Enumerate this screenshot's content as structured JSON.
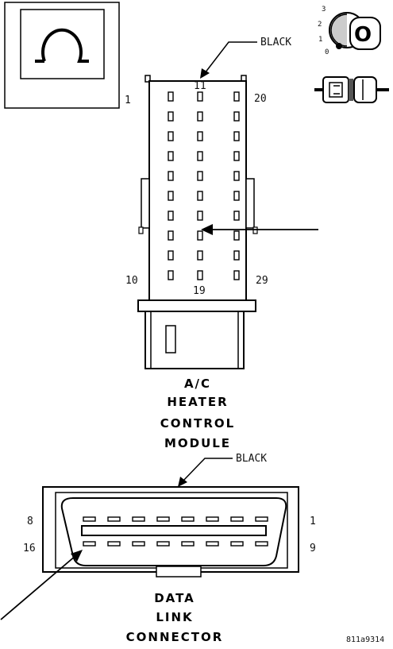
{
  "ohmmeter": {
    "symbol": "Ω"
  },
  "key_switch": {
    "positions": [
      "3",
      "2",
      "1",
      "0"
    ],
    "key_label": "O"
  },
  "hvac_connector": {
    "color_label": "BLACK",
    "pin_labels": {
      "top_mid": "11",
      "top_right": "20",
      "bottom_left": "10",
      "bottom_mid": "19",
      "bottom_right": "29",
      "side_left": "1"
    },
    "name_lines": [
      "A/C",
      "HEATER",
      "CONTROL",
      "MODULE"
    ]
  },
  "dlc": {
    "color_label": "BLACK",
    "pin_labels": {
      "top_left": "8",
      "top_right": "1",
      "bottom_left": "16",
      "bottom_right": "9"
    },
    "name_lines": [
      "DATA",
      "LINK",
      "CONNECTOR"
    ]
  },
  "figure_id": "811a9314"
}
